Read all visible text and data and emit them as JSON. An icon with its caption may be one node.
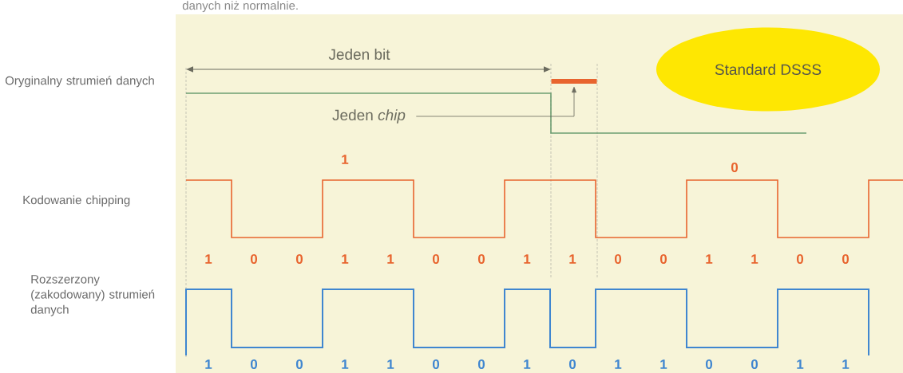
{
  "diagram": {
    "nodes": [
      {
        "text": [
          "Jeden *chip*"
        ]
      },
      {
        "text": [],
        "shape": "bar"
      },
      {
        "text": [
          "Standard DSSS"
        ]
      }
    ],
    "edges": [
      {
        "from": 0,
        "to": 1,
        "arrow": "to"
      }
    ],
    "labels": [
      "danych niż normalnie.",
      "Jeden bit",
      "Oryginalny strumień danych",
      "Kodowanie chipping",
      "1",
      "0",
      "1",
      "0",
      "0",
      "1",
      "1",
      "0",
      "0",
      "1",
      "1",
      "0",
      "0",
      "1",
      "1",
      "0",
      "0",
      "Rozszerzony (zakodowany) strumień danych",
      "1",
      "0",
      "0",
      "1",
      "1",
      "0",
      "0",
      "1",
      "0",
      "1",
      "1",
      "0",
      "0",
      "1",
      "1"
    ]
  }
}
